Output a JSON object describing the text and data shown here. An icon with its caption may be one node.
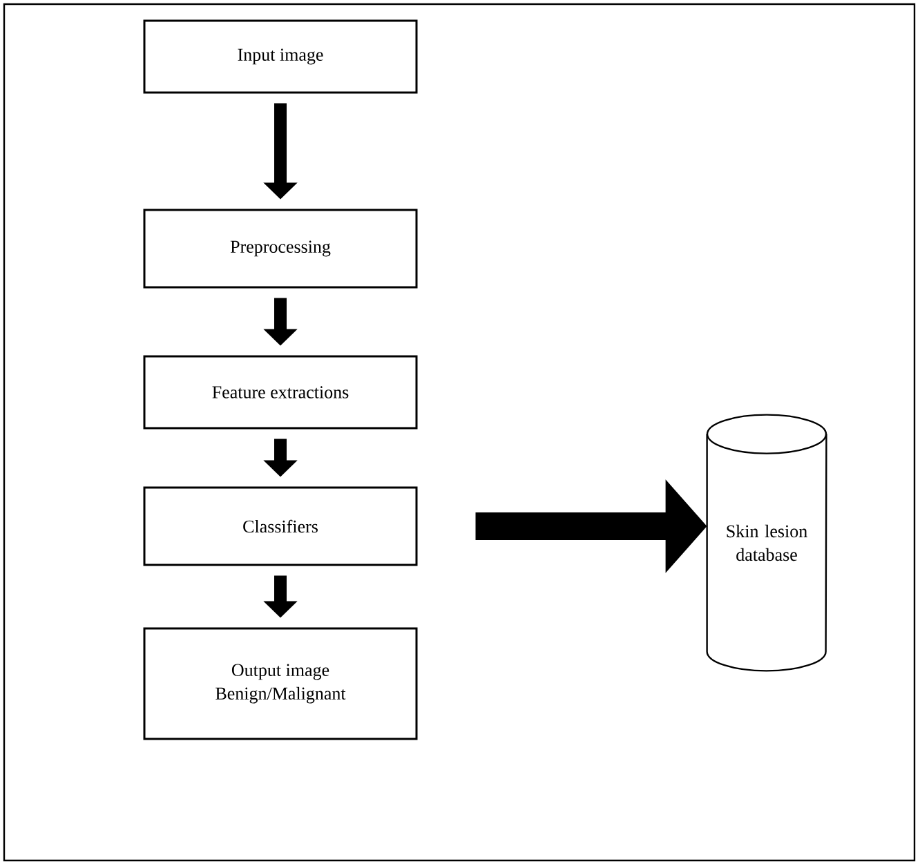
{
  "diagram": {
    "nodes": [
      {
        "text": [
          "Input image"
        ]
      },
      {
        "text": [
          "Preprocessing"
        ]
      },
      {
        "text": [
          "Feature extractions"
        ]
      },
      {
        "text": [
          "Classifiers"
        ]
      },
      {
        "text": [
          "Output image",
          "Benign/Malignant"
        ]
      },
      {
        "text": [
          "Skin lesion database"
        ]
      }
    ],
    "edges": [
      {
        "from": 0,
        "to": 1,
        "arrow": "to"
      },
      {
        "from": 1,
        "to": 2,
        "arrow": "to"
      },
      {
        "from": 2,
        "to": 3,
        "arrow": "to"
      },
      {
        "from": 3,
        "to": 4,
        "arrow": "to"
      },
      {
        "from": 3,
        "to": 5,
        "arrow": "to",
        "style": "thick"
      }
    ]
  }
}
